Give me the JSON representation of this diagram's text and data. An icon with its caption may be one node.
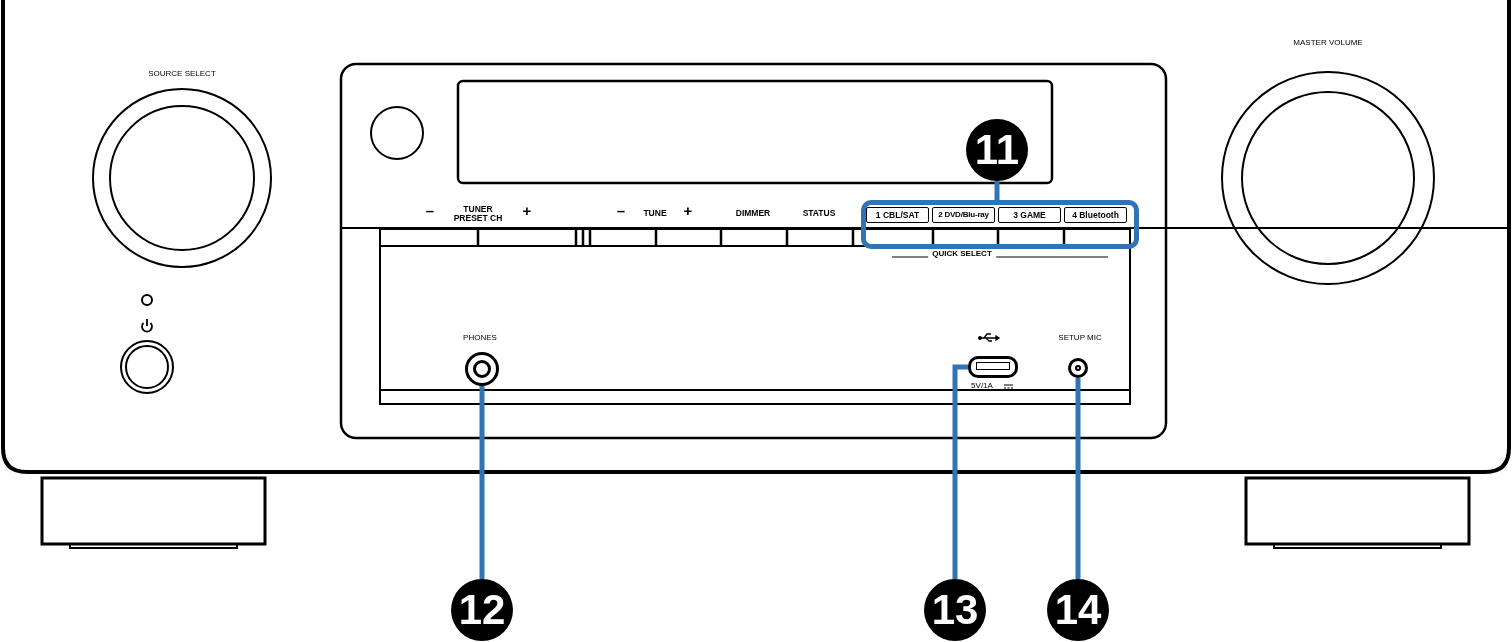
{
  "diagram": {
    "nodes": [
      {
        "text": [],
        "shape": "box"
      },
      {
        "text": [
          "1 CBL/SAT"
        ],
        "in": 0
      },
      {
        "text": [
          "2 DVD/Blu-ray"
        ],
        "in": 0
      },
      {
        "text": [
          "3 GAME"
        ],
        "in": 0
      },
      {
        "text": [
          "4 Bluetooth"
        ],
        "in": 0
      },
      {
        "text": [
          "11"
        ]
      },
      {
        "text": [
          "12"
        ]
      },
      {
        "text": [],
        "shape": "circle"
      },
      {
        "text": [
          "13"
        ]
      },
      {
        "text": [],
        "shape": "box",
        "beside": [
          "5V/1A"
        ]
      },
      {
        "text": [
          "14"
        ]
      },
      {
        "text": [],
        "shape": "circle"
      }
    ],
    "edges": [
      {
        "from": 5,
        "to": 0,
        "arrow": "none"
      },
      {
        "from": 6,
        "to": 7,
        "arrow": "none"
      },
      {
        "from": 8,
        "to": 9,
        "arrow": "none"
      },
      {
        "from": 10,
        "to": 11,
        "arrow": "none"
      }
    ],
    "labels": [
      "SOURCE SELECT",
      "MASTER VOLUME",
      "–",
      "TUNER PRESET CH",
      "+",
      "–",
      "TUNE",
      "+",
      "DIMMER",
      "STATUS",
      "QUICK SELECT",
      "PHONES",
      "SETUP MIC"
    ]
  }
}
